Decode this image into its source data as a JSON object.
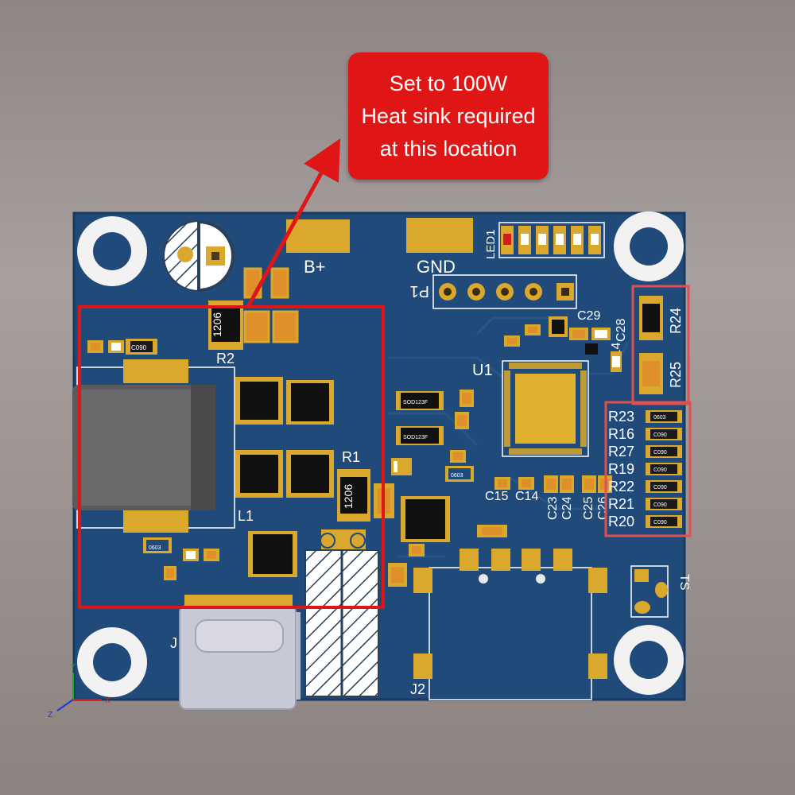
{
  "annotation": {
    "lines": [
      "Set to 100W",
      "Heat sink required",
      "at this location"
    ],
    "color": "#e01616"
  },
  "board": {
    "color": "#1f4a7a",
    "pad_color": "#d9a82c"
  },
  "labels": {
    "b_plus": "B+",
    "gnd": "GND",
    "led1": "LED1",
    "p1": "P1",
    "r2": "R2",
    "r1": "R1",
    "l1": "L1",
    "u1": "U1",
    "c29": "C29",
    "c28": "C28",
    "r14": "R14",
    "r24": "R24",
    "r25": "R25",
    "c15": "C15",
    "c14": "C14",
    "c23": "C23",
    "c24": "C24",
    "c25": "C25",
    "c26": "C26",
    "j2": "J2",
    "j1": "J",
    "ts": "TS",
    "res_size_1206": "1206",
    "res_list": [
      "R23",
      "R16",
      "R27",
      "R19",
      "R22",
      "R21",
      "R20"
    ],
    "pkg_0603": "0603",
    "pkg_0090": "C090",
    "diode_pkg": "SOD123F",
    "axis_x": "X",
    "axis_y": "Y",
    "axis_z": "Z"
  }
}
